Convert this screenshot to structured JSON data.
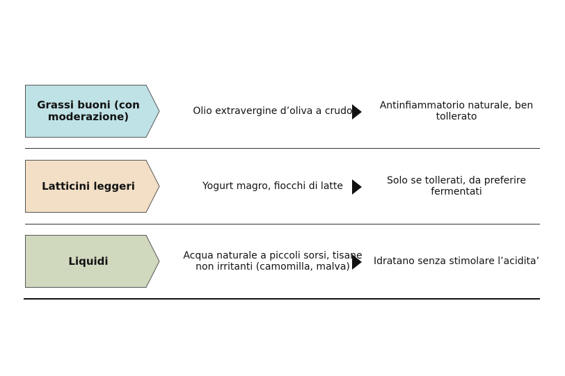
{
  "rows": [
    {
      "category": "Grassi buoni (con moderazione)",
      "example": "Olio extravergine d’oliva a crudo",
      "note": "Antinfiammatorio naturale, ben tollerato",
      "color": "#bfe2e6"
    },
    {
      "category": "Latticini leggeri",
      "example": "Yogurt magro, fiocchi di latte",
      "note": "Solo se tollerati, da preferire fermentati",
      "color": "#f2dfc6"
    },
    {
      "category": "Liquidi",
      "example": "Acqua naturale a piccoli sorsi, tisane non irritanti (camomilla, malva)",
      "note": "Idratano senza stimolare l’acidita’",
      "color": "#d0d8be"
    }
  ],
  "icons": {
    "arrow": "triangle-right-icon"
  }
}
